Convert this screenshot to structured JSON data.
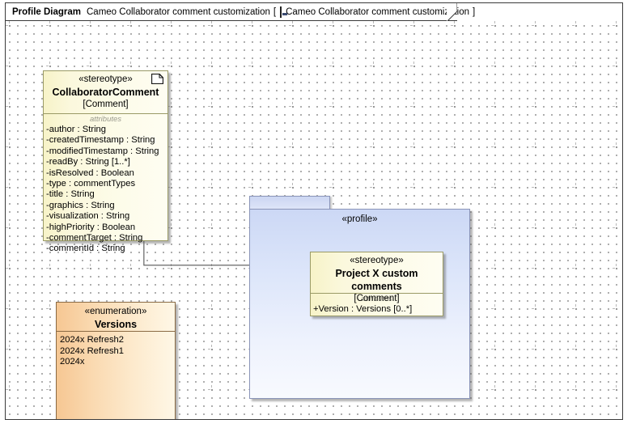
{
  "frame": {
    "kind_label": "Profile Diagram",
    "diagram_name": "Cameo Collaborator comment customization",
    "bracket_open": "[",
    "bracket_close": "]",
    "owner_name": "Cameo Collaborator comment customization",
    "owner_icon": "diagram-icon"
  },
  "nodes": {
    "collaborator_comment": {
      "stereotype": "«stereotype»",
      "name": "CollaboratorComment",
      "metaclass": "[Comment]",
      "attributes_label": "attributes",
      "icon": "note-page-icon",
      "attributes": [
        "-author : String",
        "-createdTimestamp : String",
        "-modifiedTimestamp : String",
        "-readBy : String [1..*]",
        "-isResolved : Boolean",
        "-type : commentTypes",
        "-title : String",
        "-graphics : String",
        "-visualization : String",
        "-highPriority : Boolean",
        "-commentTarget : String",
        "-commentId : String"
      ]
    },
    "versions_enum": {
      "stereotype": "«enumeration»",
      "name": "Versions",
      "literals": [
        "2024x Refresh2",
        "2024x Refresh1",
        "2024x"
      ]
    },
    "profile_package": {
      "stereotype": "«profile»"
    },
    "projectx_stereotype": {
      "stereotype": "«stereotype»",
      "name": "Project X custom comments",
      "metaclass": "[Comment]",
      "attributes_label": "attributes",
      "attributes": [
        "+Version : Versions [0..*]"
      ]
    }
  },
  "relationships": {
    "generalization": {
      "name": "generalization-projectx-to-collaboratorcomment",
      "source": "Project X custom comments",
      "target": "CollaboratorComment",
      "arrow": "hollow-triangle"
    }
  },
  "colors": {
    "stereotype_fill": "#fdfce9",
    "stereotype_border": "#9a9a66",
    "enumeration_fill": "#fbdcaf",
    "enumeration_border": "#8a6a44",
    "package_fill": "#dde6fa",
    "package_border": "#8a94b8",
    "connector": "#555555",
    "frame_border": "#3a3a3a"
  }
}
